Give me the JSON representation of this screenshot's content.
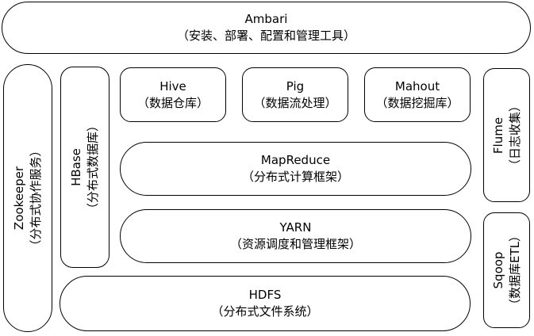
{
  "ambari": {
    "name": "Ambari",
    "desc": "（安装、部署、配置和管理工具）"
  },
  "zookeeper": {
    "name": "Zookeeper",
    "desc": "（分布式协作服务）"
  },
  "hbase": {
    "name": "HBase",
    "desc": "（分布式数据库）"
  },
  "hive": {
    "name": "Hive",
    "desc": "（数据仓库）"
  },
  "pig": {
    "name": "Pig",
    "desc": "（数据流处理）"
  },
  "mahout": {
    "name": "Mahout",
    "desc": "（数据挖掘库）"
  },
  "flume": {
    "name": "Flume",
    "desc": "（日志收集）"
  },
  "mapreduce": {
    "name": "MapReduce",
    "desc": "（分布式计算框架）"
  },
  "yarn": {
    "name": "YARN",
    "desc": "（资源调度和管理框架）"
  },
  "sqoop": {
    "name": "Sqoop",
    "desc": "（数据库ETL）"
  },
  "hdfs": {
    "name": "HDFS",
    "desc": "（分布式文件系统）"
  }
}
